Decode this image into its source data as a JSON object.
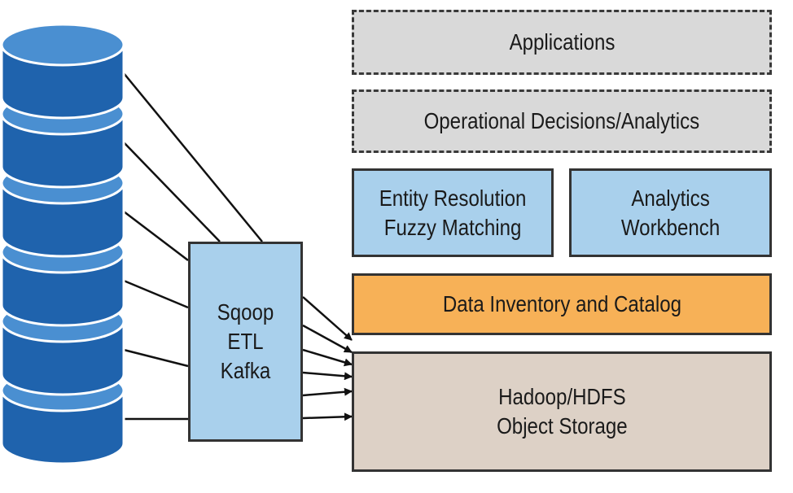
{
  "layers": {
    "applications": "Applications",
    "operational": "Operational Decisions/Analytics",
    "entity_resolution": [
      "Entity Resolution",
      "Fuzzy Matching"
    ],
    "analytics_workbench": [
      "Analytics",
      "Workbench"
    ],
    "data_inventory": "Data Inventory and Catalog",
    "storage": [
      "Hadoop/HDFS",
      "Object Storage"
    ]
  },
  "ingestion": [
    "Sqoop",
    "ETL",
    "Kafka"
  ],
  "database_stack": {
    "cylinder_count": 6
  },
  "colors": {
    "cylinder": "#4a8fd1",
    "cylinder_dark": "#1f63ad",
    "dashed_fill": "#d9d9d9",
    "blue_fill": "#a9d0ec",
    "orange_fill": "#f7b157",
    "tan_fill": "#ddd1c6",
    "outline": "#333333"
  }
}
